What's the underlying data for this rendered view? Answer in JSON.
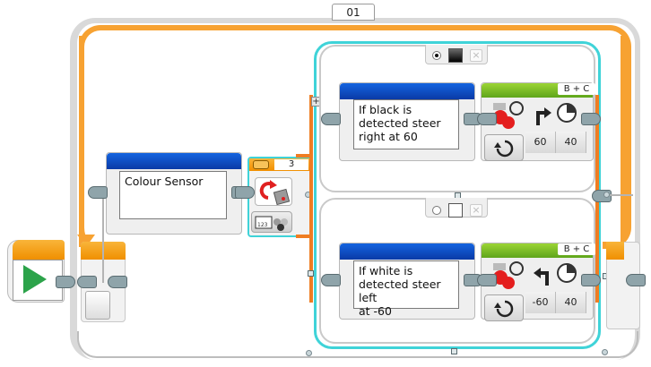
{
  "loop": {
    "label": "01"
  },
  "start_block": {
    "icon": "play-icon",
    "color": "#2ca34a"
  },
  "colour_sensor_comment": {
    "text": "Colour Sensor"
  },
  "switch": {
    "port": "3",
    "mode_icon": "colour-sensor-compare-icon",
    "sub_mode_icon": "measure-colour-icon",
    "cases": [
      {
        "name": "black",
        "selected": true,
        "swatch_color": "#000000",
        "comment": "If black is\ndetected steer\nright at 60",
        "move": {
          "ports": "B + C",
          "mode_icon": "rotate-on-icon",
          "steering_icon": "turn-right-arrow-icon",
          "steering": "60",
          "power": "40"
        }
      },
      {
        "name": "white",
        "selected": false,
        "swatch_color": "#ffffff",
        "comment": "If white is\ndetected steer left\nat -60",
        "move": {
          "ports": "B + C",
          "mode_icon": "rotate-on-icon",
          "steering_icon": "turn-left-arrow-icon",
          "steering": "-60",
          "power": "40"
        }
      }
    ],
    "add_case_symbol": "+",
    "remove_case_symbol": "×"
  },
  "colors": {
    "loop_orange": "#f7a232",
    "switch_cyan": "#3fd3d8",
    "comment_blue": "#1464e0",
    "move_green": "#7cc42a"
  }
}
